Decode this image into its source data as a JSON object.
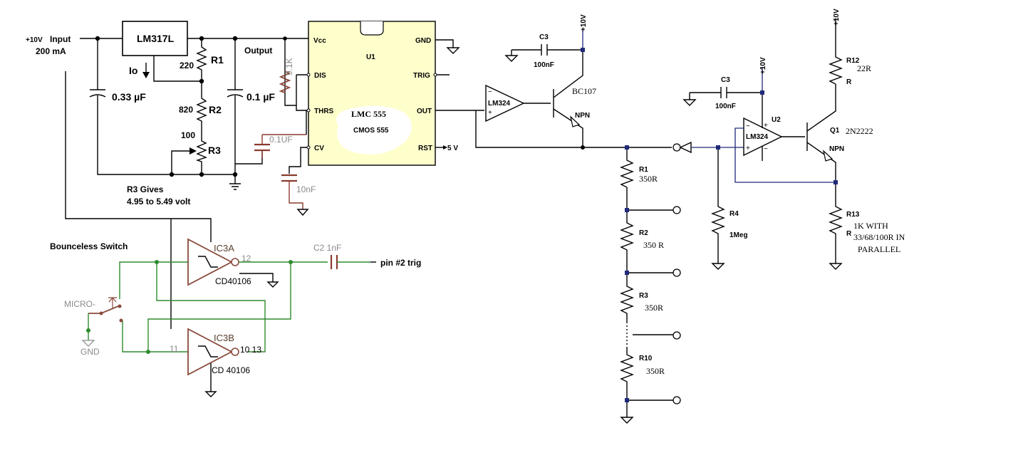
{
  "labels": {
    "input_v": "+10V",
    "input": "Input",
    "input_ma": "200 mA",
    "lm317": "LM317L",
    "io": "Io",
    "r1_val": "220",
    "r1": "R1",
    "r2_val": "820",
    "r2": "R2",
    "r3_val": "100",
    "r3": "R3",
    "cap033": "0.33 µF",
    "cap01": "0.1 µF",
    "output": "Output",
    "r3_gives": "R3 Gives",
    "r3_range": "4.95 to 5.49 volt",
    "res_91k": "9.1K",
    "cap_01uf": "0.1UF",
    "cap_10nf": "10nF",
    "u1_vcc": "Vcc",
    "u1_dis": "DIS",
    "u1_thrs": "THRS",
    "u1_cv": "CV",
    "u1_name": "U1",
    "u1_lmc": "LMC 555",
    "u1_cmos": "CMOS 555",
    "u1_gnd": "GND",
    "u1_trig": "TRIG",
    "u1_out": "OUT",
    "u1_rst": "RST",
    "u1_5v": "5 V",
    "c3_a": "C3",
    "c3_a_val": "100nF",
    "plus10v_a": "+10V",
    "lm324_a": "LM324",
    "bc107": "BC107",
    "npn_a": "NPN",
    "rl1": "R1",
    "rl1_val": "350R",
    "rl2": "R2",
    "rl2_val": "350 R",
    "rl3": "R3",
    "rl3_val": "350R",
    "rl10": "R10",
    "rl10_val": "350R",
    "c3_b": "C3",
    "c3_b_val": "100nF",
    "plus10v_b": "+10V",
    "u2": "U2",
    "lm324_b": "LM324",
    "r4": "R4",
    "r4_val": "1Meg",
    "plus10v_c": "+10V",
    "r12": "R12",
    "r12_val": "22R",
    "r12_r": "R",
    "q1": "Q1",
    "q1_val": "2N2222",
    "npn_b": "NPN",
    "r13": "R13",
    "r13_r": "R",
    "r13_val1": "1K WITH",
    "r13_val2": "33/68/100R IN",
    "r13_val3": "PARALLEL",
    "bounceless": "Bounceless Switch",
    "ic3a": "IC3A",
    "pin12": "12",
    "cd40106a": "CD40106",
    "c2": "C2 1nF",
    "pin2trig": "pin #2 trig",
    "micro": "MICRO-",
    "gnd": "GND",
    "ic3b": "IC3B",
    "pin11": "11",
    "pin1013": "10 13",
    "cd40106b": "CD 40106"
  }
}
